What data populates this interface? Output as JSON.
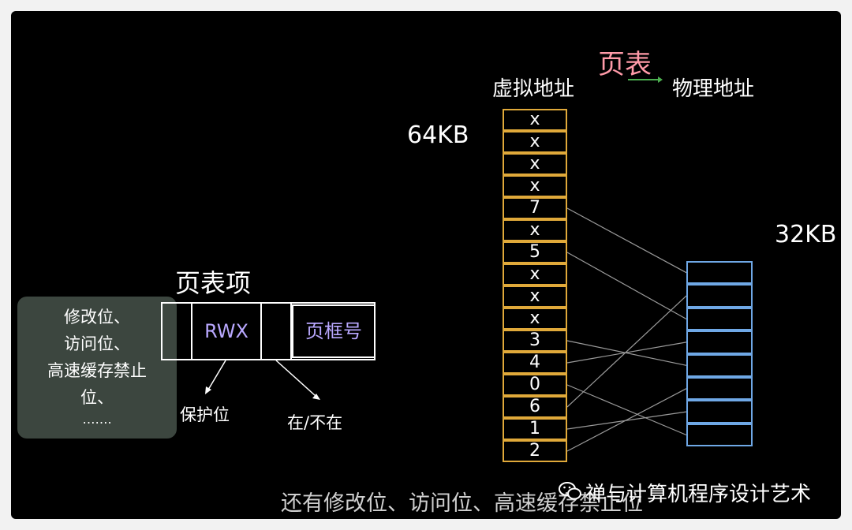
{
  "diagram": {
    "title": "页表",
    "virtual_label": "虚拟地址",
    "physical_label": "物理地址",
    "virtual_size": "64KB",
    "physical_size": "32KB",
    "virtual_entries": [
      "x",
      "x",
      "x",
      "x",
      "7",
      "x",
      "5",
      "x",
      "x",
      "x",
      "3",
      "4",
      "0",
      "6",
      "1",
      "2"
    ],
    "physical_frame_count": 8,
    "mappings": [
      {
        "virtual_index": 4,
        "frame": 7
      },
      {
        "virtual_index": 6,
        "frame": 5
      },
      {
        "virtual_index": 10,
        "frame": 3
      },
      {
        "virtual_index": 11,
        "frame": 4
      },
      {
        "virtual_index": 12,
        "frame": 0
      },
      {
        "virtual_index": 13,
        "frame": 6
      },
      {
        "virtual_index": 14,
        "frame": 1
      },
      {
        "virtual_index": 15,
        "frame": 2
      }
    ],
    "colors": {
      "virtual_border": "#e0a93a",
      "physical_border": "#6fa8e6",
      "title": "#ff9aa8",
      "arrow": "#4caf50"
    }
  },
  "pte": {
    "title": "页表项",
    "rwx": "RWX",
    "frame_number": "页框号",
    "protect_label": "保护位",
    "present_label": "在/不在",
    "other_bits": [
      "修改位、",
      "访问位、",
      "高速缓存禁止",
      "位、",
      "……."
    ]
  },
  "subtitle": "还有修改位、访问位、高速缓存禁止位",
  "watermark": "禅与计算机程序设计艺术",
  "wechat_icon": "wechat-icon"
}
